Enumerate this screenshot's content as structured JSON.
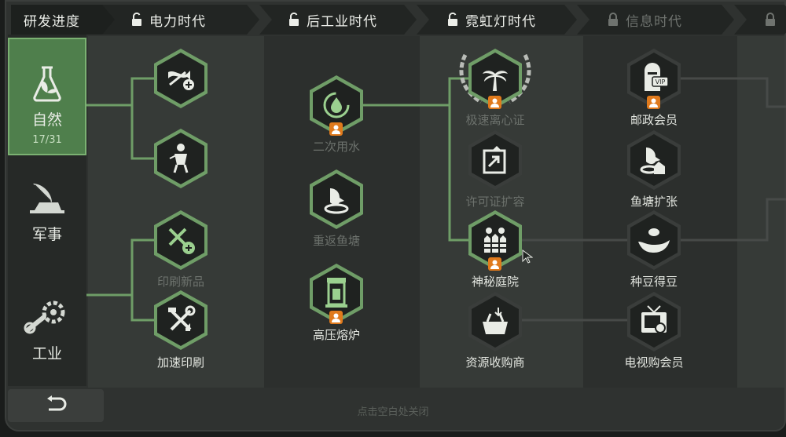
{
  "tabs": [
    {
      "label": "研发进度",
      "locked": false,
      "dim": false
    },
    {
      "label": "电力时代",
      "locked": true,
      "dim": false
    },
    {
      "label": "后工业时代",
      "locked": true,
      "dim": false
    },
    {
      "label": "霓虹灯时代",
      "locked": true,
      "dim": false
    },
    {
      "label": "信息时代",
      "locked": true,
      "dim": true
    },
    {
      "label": "",
      "locked": true,
      "dim": true
    }
  ],
  "sidebar": {
    "items": [
      {
        "label": "自然",
        "count": "17/31",
        "icon": "flask-leaf-icon",
        "active": true
      },
      {
        "label": "军事",
        "count": "",
        "icon": "radar-dish-icon",
        "active": false
      },
      {
        "label": "工业",
        "count": "",
        "icon": "gear-wrench-icon",
        "active": false
      }
    ],
    "back_icon": "return-arrow-icon"
  },
  "nodes": [
    {
      "id": "n1",
      "label": "",
      "icon": "crossed-fish-plus-icon",
      "faded": false,
      "badge": false
    },
    {
      "id": "n2",
      "label": "",
      "icon": "fisherman-icon",
      "faded": false,
      "badge": false
    },
    {
      "id": "n3",
      "label": "印刷新品",
      "icon": "tools-plus-icon",
      "faded": true,
      "badge": false
    },
    {
      "id": "n4",
      "label": "加速印刷",
      "icon": "hammer-wrench-icon",
      "faded": false,
      "badge": false
    },
    {
      "id": "n5",
      "label": "二次用水",
      "icon": "water-drop-cycle-icon",
      "faded": true,
      "badge": true
    },
    {
      "id": "n6",
      "label": "重返鱼塘",
      "icon": "fish-pond-icon",
      "faded": true,
      "badge": false
    },
    {
      "id": "n7",
      "label": "高压熔炉",
      "icon": "furnace-icon",
      "faded": false,
      "badge": true
    },
    {
      "id": "n8",
      "label": "极速离心证",
      "icon": "palm-laurel-icon",
      "faded": true,
      "badge": true
    },
    {
      "id": "n9",
      "label": "许可证扩容",
      "icon": "document-expand-icon",
      "faded": true,
      "badge": false
    },
    {
      "id": "n10",
      "label": "神秘庭院",
      "icon": "garden-fence-icon",
      "faded": false,
      "badge": true
    },
    {
      "id": "n11",
      "label": "资源收购商",
      "icon": "basket-down-icon",
      "faded": false,
      "badge": false
    },
    {
      "id": "n12",
      "label": "邮政会员",
      "icon": "mailbox-vip-icon",
      "faded": false,
      "badge": true
    },
    {
      "id": "n13",
      "label": "鱼塘扩张",
      "icon": "fish-house-icon",
      "faded": false,
      "badge": false
    },
    {
      "id": "n14",
      "label": "种豆得豆",
      "icon": "hand-bean-icon",
      "faded": false,
      "badge": false
    },
    {
      "id": "n15",
      "label": "电视购会员",
      "icon": "tv-shopping-icon",
      "faded": false,
      "badge": false
    }
  ],
  "hint": "点击空白处关闭",
  "colors": {
    "accent": "#7bb172",
    "badge": "#e07a1c",
    "line": "#6f9d67",
    "line_dim": "#4a4d4b"
  }
}
